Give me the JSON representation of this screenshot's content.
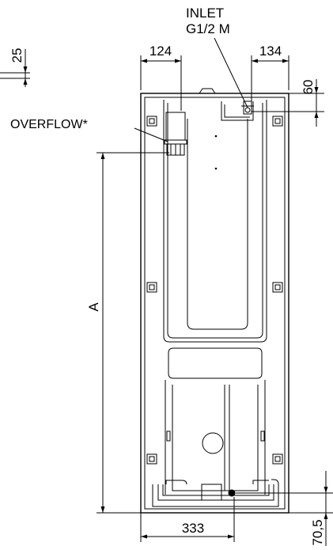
{
  "labels": {
    "inlet_line1": "INLET",
    "inlet_line2": "G1/2 M",
    "overflow": "OVERFLOW*",
    "height": "A"
  },
  "dimensions": {
    "left_connection": "124",
    "right_connection": "134",
    "top_offset": "25",
    "inlet_offset": "60",
    "bottom_width": "333",
    "bottom_offset": "70,5"
  }
}
